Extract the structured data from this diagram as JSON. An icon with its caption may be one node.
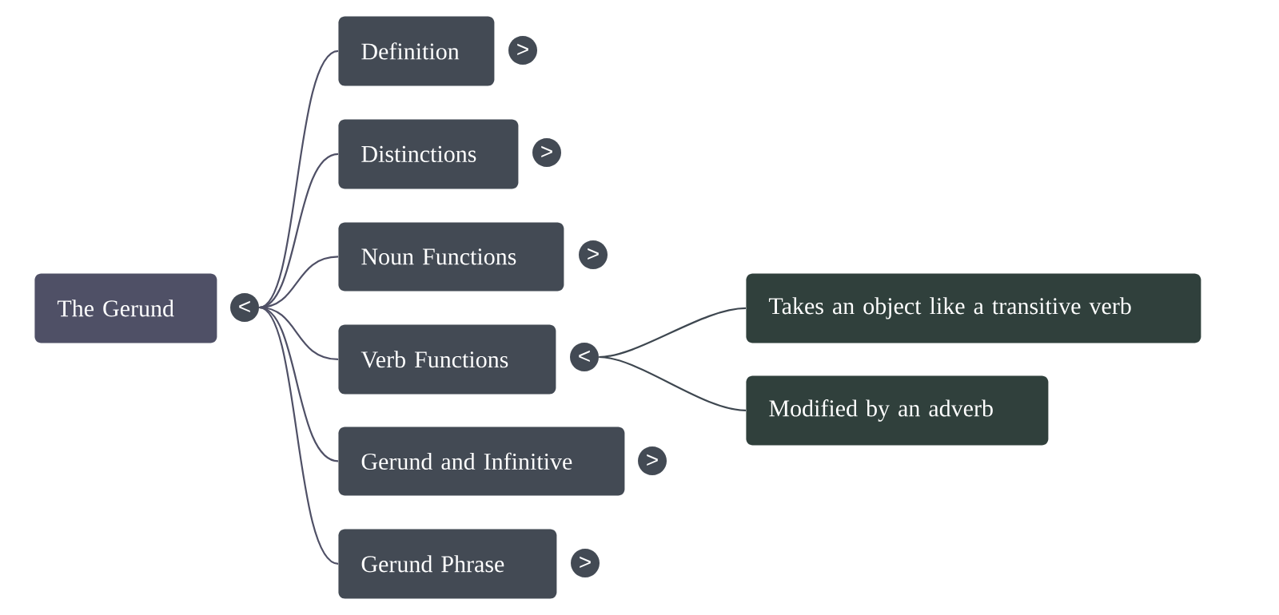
{
  "diagram": {
    "nodes": [
      {
        "text": [
          "The Gerund"
        ]
      },
      {
        "text": [
          "<"
        ]
      },
      {
        "text": [
          "Definition"
        ]
      },
      {
        "text": [
          ">"
        ]
      },
      {
        "text": [
          "Distinctions"
        ]
      },
      {
        "text": [
          ">"
        ]
      },
      {
        "text": [
          "Noun Functions"
        ]
      },
      {
        "text": [
          ">"
        ]
      },
      {
        "text": [
          "Verb Functions"
        ]
      },
      {
        "text": [
          "<"
        ]
      },
      {
        "text": [
          "Takes an object like a transitive verb"
        ]
      },
      {
        "text": [
          "Modified by an adverb"
        ]
      },
      {
        "text": [
          "Gerund and Infinitive"
        ]
      },
      {
        "text": [
          ">"
        ]
      },
      {
        "text": [
          "Gerund Phrase"
        ]
      },
      {
        "text": [
          ">"
        ]
      }
    ],
    "edges": [
      {
        "from": 1,
        "to": 2,
        "arrow": "none"
      },
      {
        "from": 1,
        "to": 4,
        "arrow": "none"
      },
      {
        "from": 1,
        "to": 6,
        "arrow": "none"
      },
      {
        "from": 1,
        "to": 8,
        "arrow": "none"
      },
      {
        "from": 1,
        "to": 12,
        "arrow": "none"
      },
      {
        "from": 1,
        "to": 14,
        "arrow": "none"
      },
      {
        "from": 9,
        "to": 10,
        "arrow": "none",
        "color": "#3e4750"
      },
      {
        "from": 9,
        "to": 11,
        "arrow": "none",
        "color": "#3e4750"
      }
    ]
  }
}
